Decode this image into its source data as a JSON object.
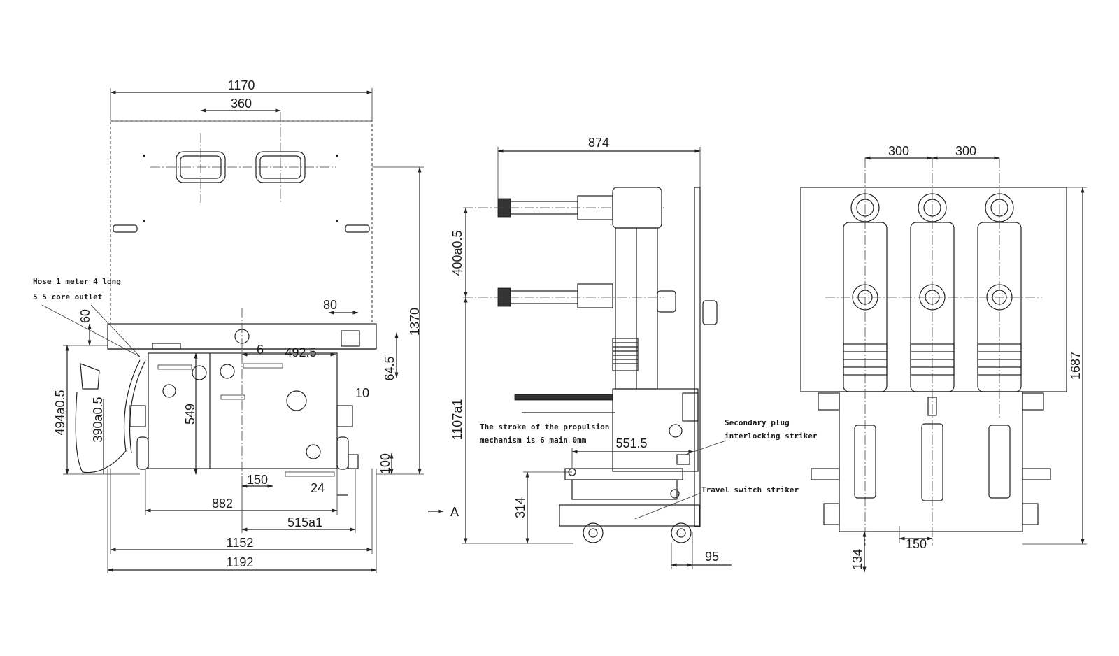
{
  "front_view": {
    "dimensions": [
      "1170",
      "360",
      "1370",
      "80",
      "60",
      "6",
      "492.5",
      "64.5",
      "10",
      "549",
      "494a0.5",
      "390a0.5",
      "100",
      "150",
      "24",
      "882",
      "515a1",
      "1152",
      "1192"
    ],
    "notes": [
      "Hose 1 meter 4 long",
      "5 5 core outlet"
    ]
  },
  "side_view": {
    "dimensions": [
      "874",
      "400a0.5",
      "1107a1",
      "551.5",
      "314",
      "95"
    ],
    "view_marker": "A",
    "notes": [
      "The stroke of the propulsion",
      "mechanism is 6 main 0mm",
      "Secondary plug",
      "interlocking striker",
      "Travel switch striker"
    ]
  },
  "rear_view": {
    "dimensions": [
      "300",
      "300",
      "1687",
      "150",
      "134"
    ]
  }
}
